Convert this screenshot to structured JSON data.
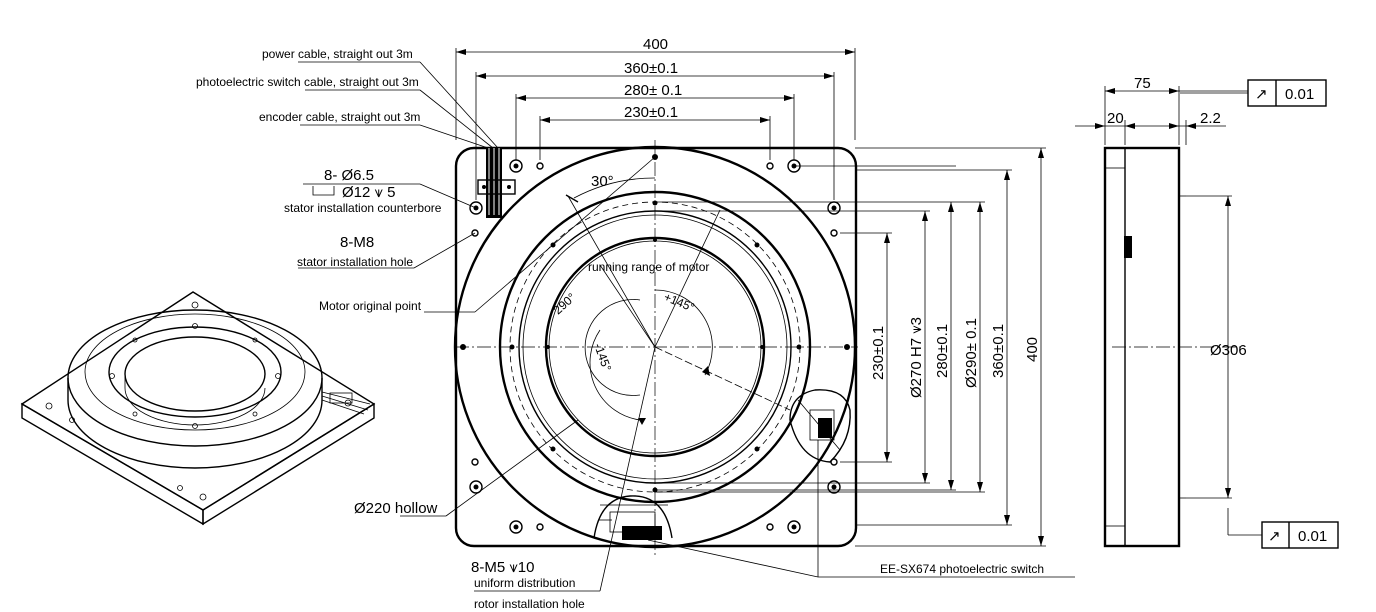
{
  "dimensions": {
    "width_400": "400",
    "d360": "360±0.1",
    "d280": "280± 0.1",
    "d230": "230±0.1",
    "v230": "230±0.1",
    "v270": "Ø270 H7 ⩛3",
    "v280": "280±0.1",
    "v290": "Ø290± 0.1",
    "v360": "360±0.1",
    "v400": "400",
    "side_75": "75",
    "side_20": "20",
    "side_2_2": "2.2",
    "side_306": "Ø306",
    "angle_30": "30°"
  },
  "callouts": {
    "power_cable": "power cable, straight out 3m",
    "photo_cable": "photoelectric switch cable, straight out 3m",
    "encoder_cable": "encoder cable, straight out 3m",
    "counterbore_count": "8- Ø6.5",
    "counterbore_spec": "Ø12 ⩛ 5",
    "counterbore_label": "stator installation counterbore",
    "m8_count": "8-M8",
    "m8_label": "stator installation hole",
    "origin_label": "Motor original point",
    "hollow_label": "Ø220 hollow",
    "m5_count": "8-M5 ⩛10",
    "m5_uniform": "uniform distribution",
    "m5_label": "rotor installation hole",
    "switch_label": "EE-SX674  photoelectric switch",
    "running_range": "running range of motor",
    "range_plus": "+145°",
    "range_minus": "-145°",
    "range_total": "290°"
  },
  "tolerance": {
    "top_symbol": "↗",
    "top_value": "0.01",
    "bottom_symbol": "↗",
    "bottom_value": "0.01"
  }
}
